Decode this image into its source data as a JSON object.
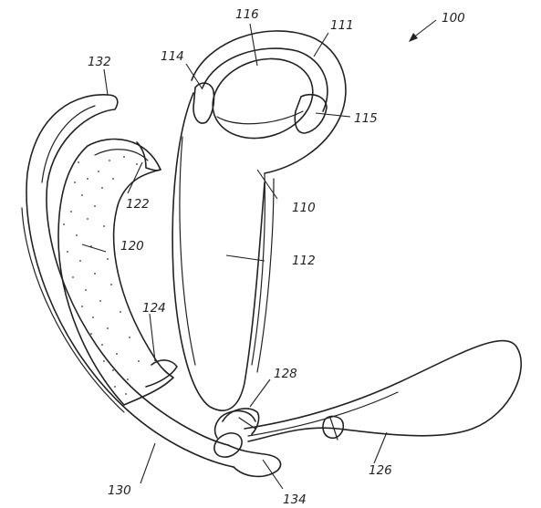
{
  "labels": {
    "fig": "100",
    "l111": "111",
    "l114": "114",
    "l116": "116",
    "l115": "115",
    "l110": "110",
    "l112": "112",
    "l132": "132",
    "l122": "122",
    "l120": "120",
    "l124": "124",
    "l128": "128",
    "l126": "126",
    "l130": "130",
    "l134": "134"
  }
}
